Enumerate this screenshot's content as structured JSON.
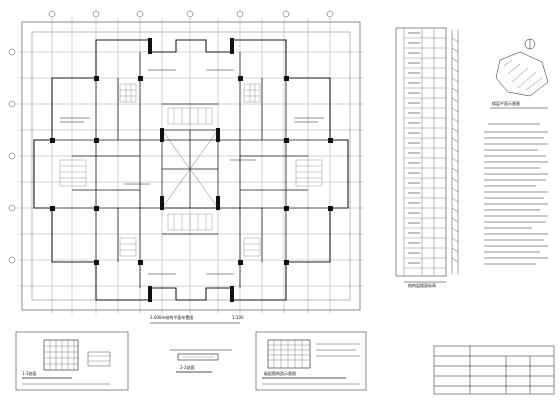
{
  "drawing": {
    "main_plan_caption": "3.000m结构平面布置图",
    "main_plan_scale": "1:100",
    "key_plan_caption": "楼层平面示意图",
    "elevation_table_caption": "结构层楼面标高",
    "detail1_caption": "1-1剖面",
    "detail2_caption": "2-2剖面",
    "detail3_caption": "板配筋构造示意图",
    "colors": {
      "line": "#1a1a1a",
      "background": "#ffffff",
      "hatch": "#333333"
    }
  }
}
